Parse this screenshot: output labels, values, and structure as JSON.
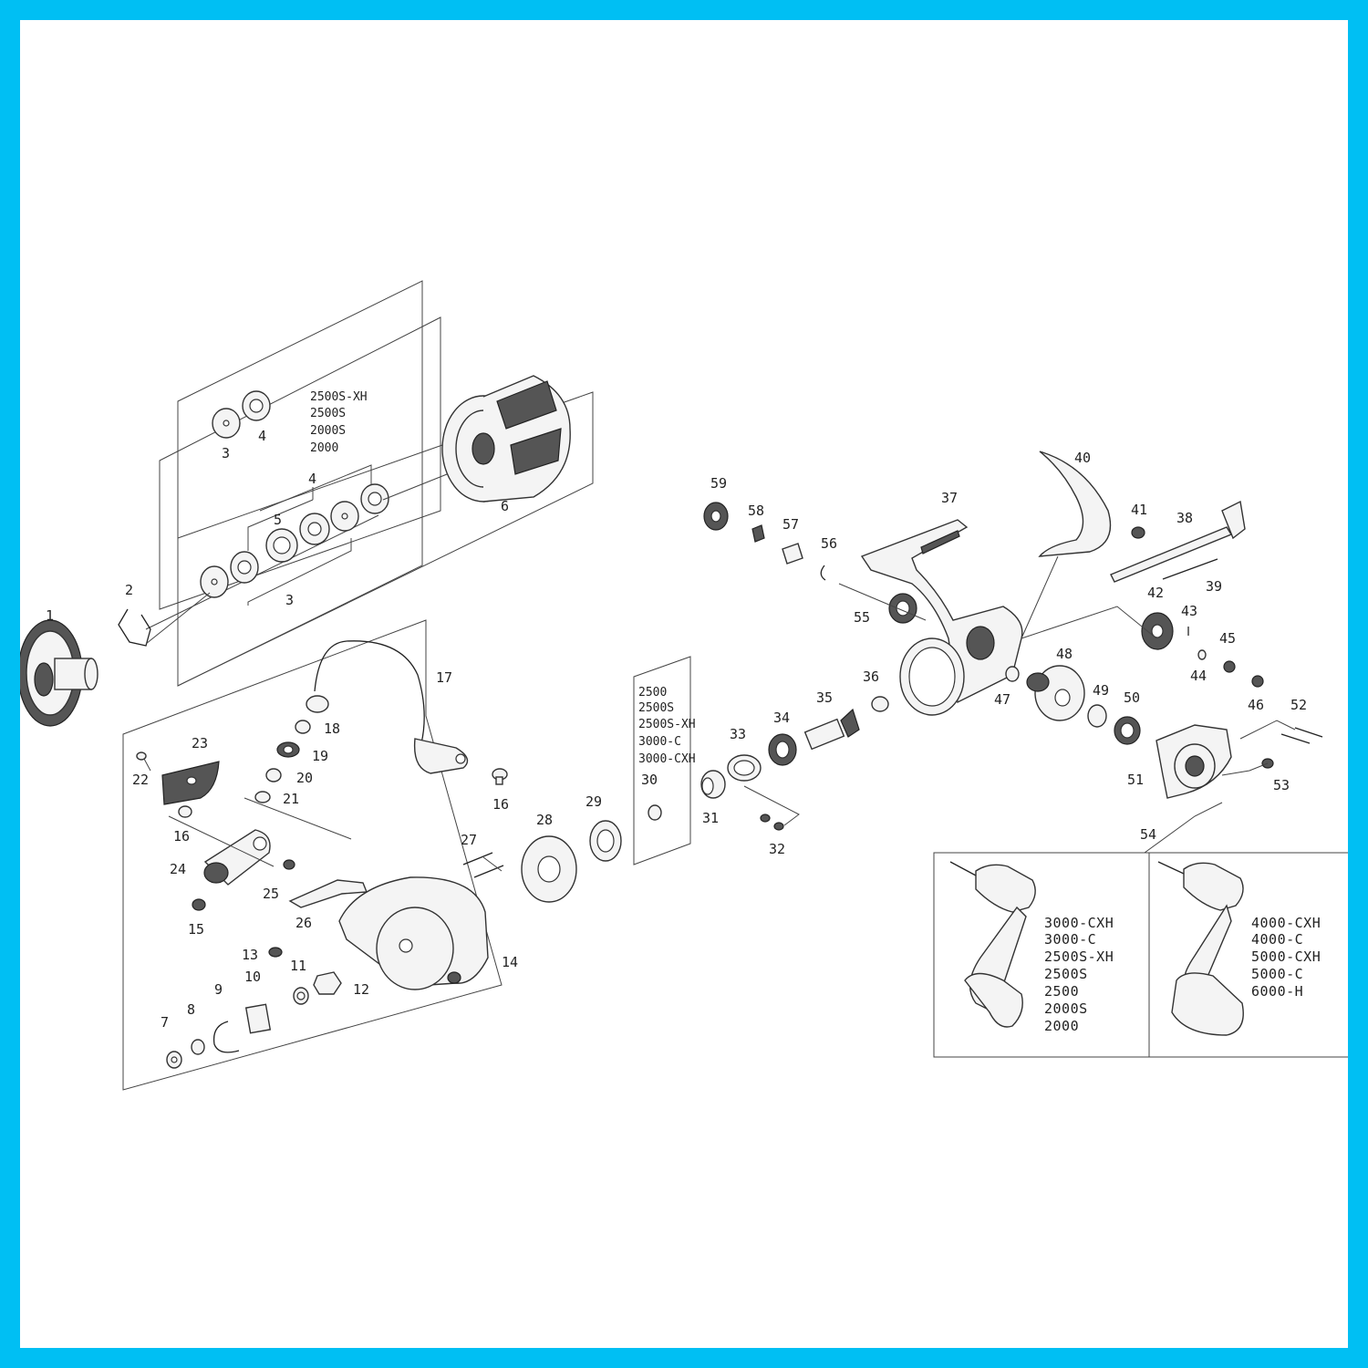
{
  "frame_color": "#00bff3",
  "spool_group_models": [
    "2500S-XH",
    "2500S",
    "2000S",
    "2000"
  ],
  "rotor_group_models": [
    "2500",
    "2500S",
    "2500S-XH",
    "3000-C",
    "3000-CXH"
  ],
  "handle_a_models": [
    "3000-CXH",
    "3000-C",
    "2500S-XH",
    "2500S",
    "2500",
    "2000S",
    "2000"
  ],
  "handle_b_models": [
    "4000-CXH",
    "4000-C",
    "5000-CXH",
    "5000-C",
    "6000-H"
  ],
  "labels": {
    "p1": "1",
    "p2": "2",
    "p3a": "3",
    "p3b": "3",
    "p4a": "4",
    "p4b": "4",
    "p5": "5",
    "p6": "6",
    "p7": "7",
    "p8": "8",
    "p9": "9",
    "p10": "10",
    "p11": "11",
    "p12": "12",
    "p13": "13",
    "p14": "14",
    "p15": "15",
    "p16a": "16",
    "p16b": "16",
    "p17": "17",
    "p18": "18",
    "p19": "19",
    "p20": "20",
    "p21": "21",
    "p22": "22",
    "p23": "23",
    "p24": "24",
    "p25": "25",
    "p26": "26",
    "p27": "27",
    "p28": "28",
    "p29": "29",
    "p30": "30",
    "p31": "31",
    "p32": "32",
    "p33": "33",
    "p34": "34",
    "p35": "35",
    "p36": "36",
    "p37": "37",
    "p38": "38",
    "p39": "39",
    "p40": "40",
    "p41": "41",
    "p42": "42",
    "p43": "43",
    "p44": "44",
    "p45": "45",
    "p46": "46",
    "p47": "47",
    "p48": "48",
    "p49": "49",
    "p50": "50",
    "p51": "51",
    "p52": "52",
    "p53": "53",
    "p54": "54",
    "p55": "55",
    "p56": "56",
    "p57": "57",
    "p58": "58",
    "p59": "59"
  }
}
